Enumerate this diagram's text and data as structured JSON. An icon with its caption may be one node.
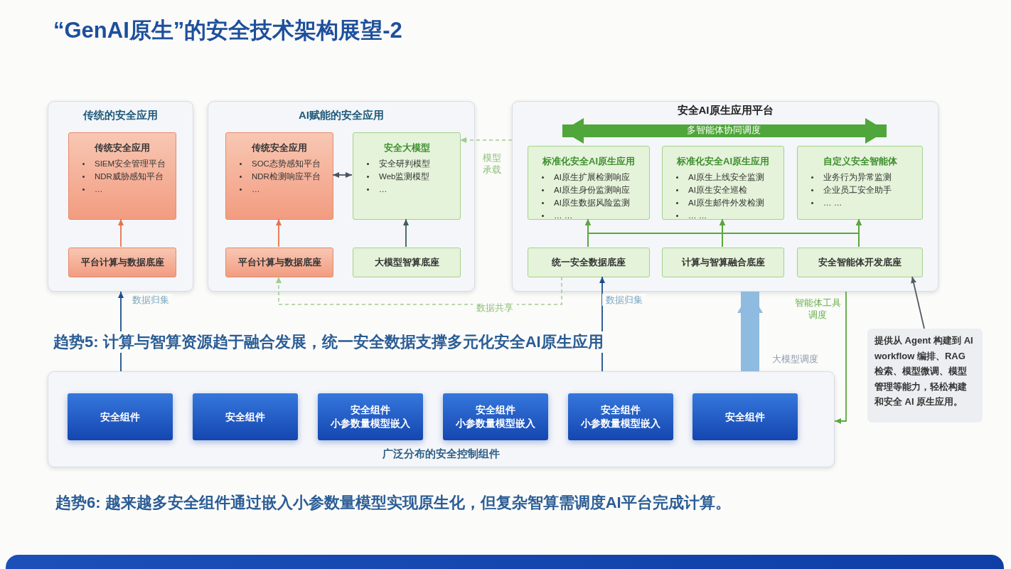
{
  "diagram": {
    "title": "“GenAI原生”的安全技术架构展望-2",
    "nodes": [
      {
        "text": [
          "传统的安全应用"
        ]
      },
      {
        "text": [
          "传统安全应用",
          "SIEM安全管理平台",
          "NDR威胁感知平台",
          "…"
        ],
        "in": 0
      },
      {
        "text": [
          "平台计算与数据底座"
        ],
        "in": 0
      },
      {
        "text": [
          "AI赋能的安全应用"
        ]
      },
      {
        "text": [
          "传统安全应用",
          "SOC态势感知平台",
          "NDR检测响应平台",
          "…"
        ],
        "in": 3
      },
      {
        "text": [
          "安全大模型",
          "安全研判模型",
          "Web监测模型",
          "…"
        ],
        "in": 3
      },
      {
        "text": [
          "平台计算与数据底座"
        ],
        "in": 3
      },
      {
        "text": [
          "大模型智算底座"
        ],
        "in": 3
      },
      {
        "text": [
          "安全AI原生应用平台"
        ]
      },
      {
        "text": [
          "标准化安全AI原生应用",
          "AI原生扩展检测响应",
          "AI原生身份监测响应",
          "AI原生数据风险监测",
          "… …"
        ],
        "in": 8
      },
      {
        "text": [
          "标准化安全AI原生应用",
          "AI原生上线安全监测",
          "AI原生安全巡检",
          "AI原生邮件外发检测",
          "… …"
        ],
        "in": 8
      },
      {
        "text": [
          "自定义安全智能体",
          "业务行为异常监测",
          "企业员工安全助手",
          "… …"
        ],
        "in": 8
      },
      {
        "text": [
          "统一安全数据底座"
        ],
        "in": 8
      },
      {
        "text": [
          "计算与智算融合底座"
        ],
        "in": 8
      },
      {
        "text": [
          "安全智能体开发底座"
        ],
        "in": 8
      },
      {
        "text": [
          "广泛分布的安全控制组件"
        ]
      },
      {
        "text": [
          "安全组件"
        ],
        "in": 15
      },
      {
        "text": [
          "安全组件"
        ],
        "in": 15
      },
      {
        "text": [
          "安全组件",
          "小参数量模型嵌入"
        ],
        "in": 15
      },
      {
        "text": [
          "安全组件",
          "小参数量模型嵌入"
        ],
        "in": 15
      },
      {
        "text": [
          "安全组件",
          "小参数量模型嵌入"
        ],
        "in": 15
      },
      {
        "text": [
          "安全组件"
        ],
        "in": 15
      },
      {
        "text": [
          "提供从 Agent 构建到 AI workflow 编排、RAG 检索、模型微调、模型管理等能力，轻松构建和安全 AI 原生应用。"
        ]
      }
    ],
    "edges": [
      {
        "from": 2,
        "to": 1,
        "arrow": "to",
        "color": "#e8734f"
      },
      {
        "from": 15,
        "to": 0,
        "arrow": "to",
        "label": "数据归集",
        "color": "#1b4f8a"
      },
      {
        "from": 6,
        "to": 4,
        "arrow": "to",
        "color": "#e8734f"
      },
      {
        "from": 4,
        "to": 5,
        "arrow": "both",
        "color": "#4a5560"
      },
      {
        "from": 7,
        "to": 5,
        "arrow": "to",
        "color": "#3f5f55"
      },
      {
        "from": 8,
        "to": 5,
        "arrow": "to",
        "label": "模型承载",
        "style": "dashed",
        "color": "#a3cc90"
      },
      {
        "from": 12,
        "to": 6,
        "arrow": "to",
        "label": "数据共享",
        "style": "dashed",
        "color": "#a3cc90"
      },
      {
        "from": 15,
        "to": 12,
        "arrow": "to",
        "label": "数据归集",
        "color": "#1b4f8a"
      },
      {
        "from": 12,
        "to": 9,
        "arrow": "to"
      },
      {
        "from": 12,
        "to": 10,
        "arrow": "to"
      },
      {
        "from": 12,
        "to": 11,
        "arrow": "to"
      },
      {
        "from": 13,
        "to": 9,
        "arrow": "to"
      },
      {
        "from": 13,
        "to": 10,
        "arrow": "to"
      },
      {
        "from": 13,
        "to": 11,
        "arrow": "to"
      },
      {
        "from": 14,
        "to": 9,
        "arrow": "to"
      },
      {
        "from": 14,
        "to": 10,
        "arrow": "to"
      },
      {
        "from": 14,
        "to": 11,
        "arrow": "to"
      },
      {
        "from": 15,
        "to": 8,
        "arrow": "to",
        "label": "大模型调度",
        "style": "thick",
        "color": "#8fbbe0"
      },
      {
        "from": 8,
        "to": 15,
        "arrow": "to",
        "label": "智能体工具调度"
      },
      {
        "from": 22,
        "to": 14,
        "arrow": "to",
        "color": "#555b60"
      },
      {
        "from": 9,
        "to": 11,
        "arrow": "both",
        "label": "多智能体协同调度",
        "style": "thick",
        "color": "#4fa63a"
      }
    ],
    "labels": [
      "趋势5: 计算与智算资源趋于融合发展，统一安全数据支撑多元化安全AI原生应用",
      "趋势6: 越来越多安全组件通过嵌入小参数量模型实现原生化，但复杂智算需调度AI平台完成计算。"
    ]
  }
}
